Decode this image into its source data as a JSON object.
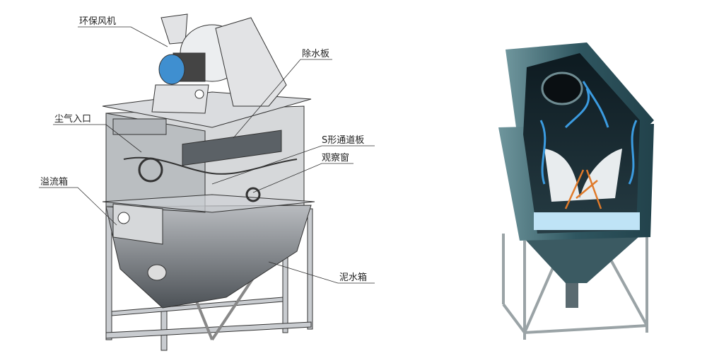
{
  "labels": {
    "fan": "环保风机",
    "demister": "除水板",
    "dust_inlet": "尘气入口",
    "s_channel": "S形通道板",
    "window": "观察窗",
    "overflow": "溢流箱",
    "sludge": "泥水箱"
  },
  "colors": {
    "motor": "#3f8fd0",
    "housing": "#6b7f86",
    "teal_body": "#3d6670",
    "airflow": "#3b9be0",
    "dust_flow": "#e07a2a"
  }
}
